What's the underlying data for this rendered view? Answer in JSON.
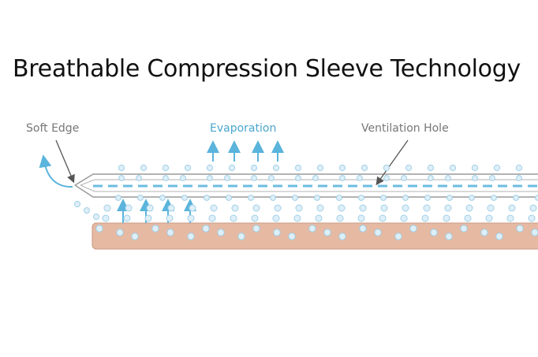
{
  "title": "Breathable Compression Sleeve Technology",
  "labels": {
    "soft_edge": "Soft Edge",
    "evaporation": "Evaporation",
    "ventilation_hole": "Ventilation Hole"
  },
  "colors": {
    "label_grey": "#777777",
    "label_blue": "#4aa6cf",
    "arrow_blue": "#5ab4dc",
    "sleeve_stroke": "#9a9a9a",
    "dash_blue": "#6bbde0",
    "skin_fill": "#e6b9a3",
    "skin_stroke": "#c99a84",
    "bubble_fill": "#dfeff8",
    "bubble_stroke": "#9fcfe6"
  }
}
